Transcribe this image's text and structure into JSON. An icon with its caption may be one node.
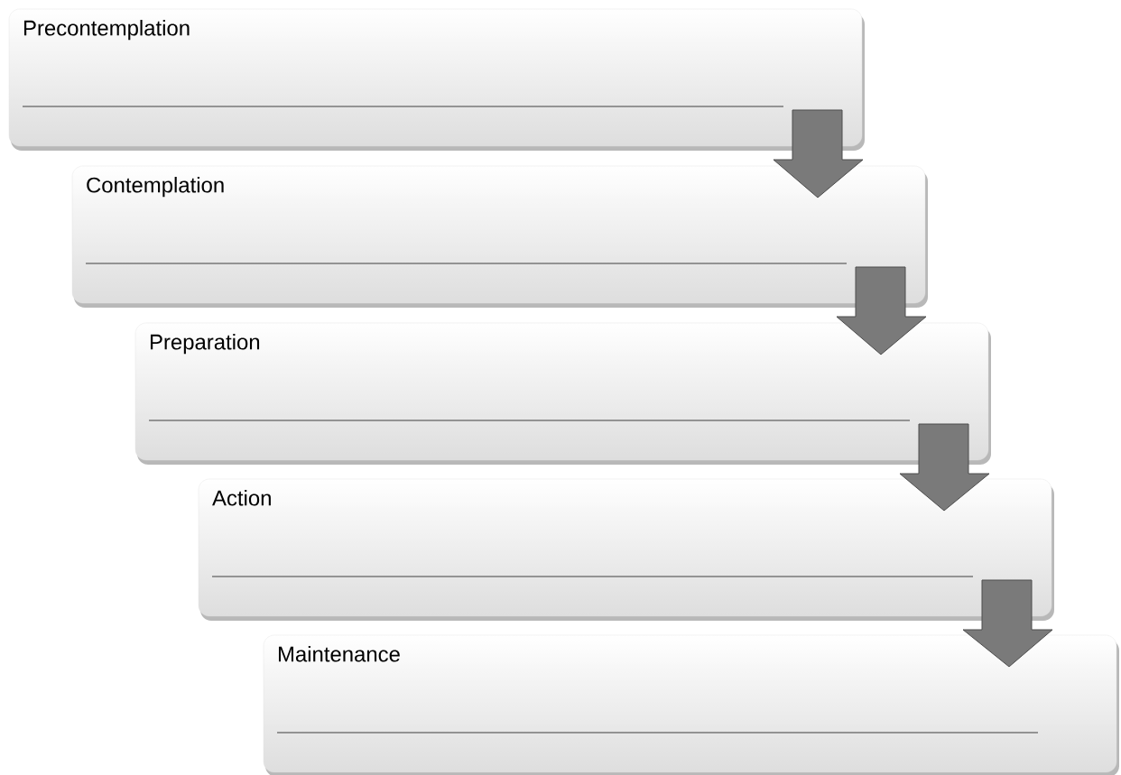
{
  "diagram": {
    "nodes": [
      {
        "text": [
          "Precontemplation"
        ]
      },
      {
        "text": [
          "Contemplation"
        ]
      },
      {
        "text": [
          "Preparation"
        ]
      },
      {
        "text": [
          "Action"
        ]
      },
      {
        "text": [
          "Maintenance"
        ]
      }
    ],
    "edges": [
      {
        "from": 0,
        "to": 1,
        "arrow": "to"
      },
      {
        "from": 1,
        "to": 2,
        "arrow": "to"
      },
      {
        "from": 2,
        "to": 3,
        "arrow": "to"
      },
      {
        "from": 3,
        "to": 4,
        "arrow": "to"
      }
    ]
  }
}
